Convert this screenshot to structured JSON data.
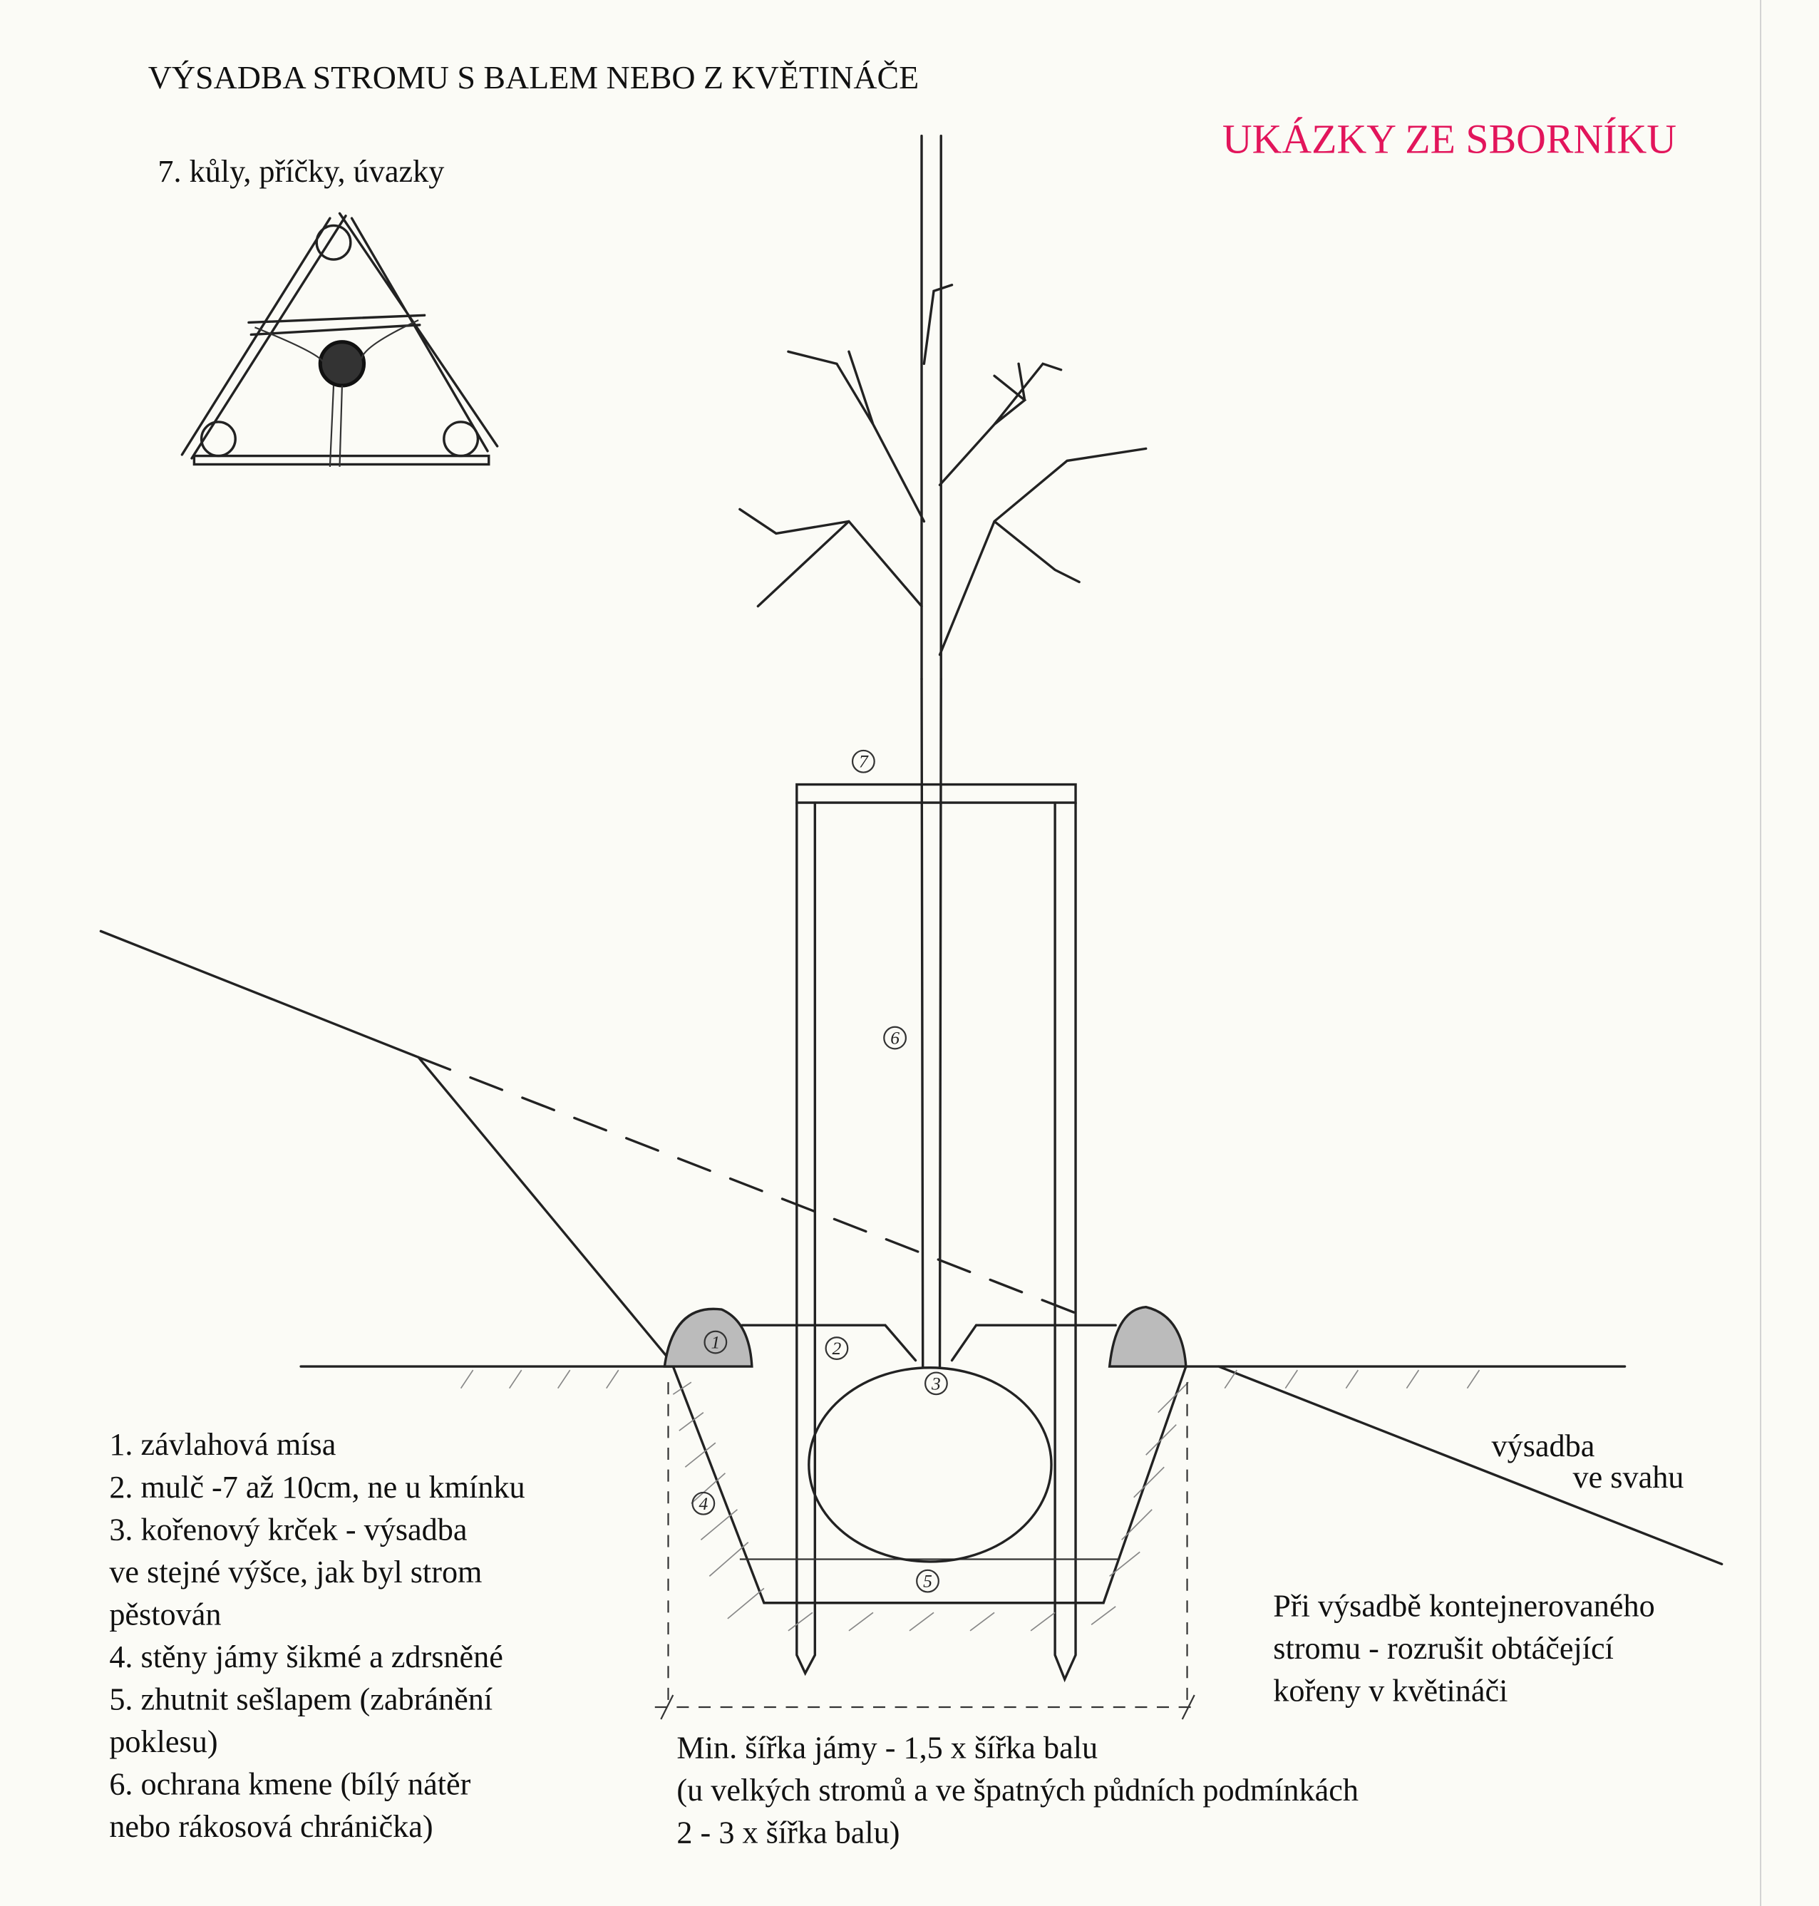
{
  "title": "VÝSADBA STROMU S BALEM NEBO Z KVĚTINÁČE",
  "subtitle": "UKÁZKY ZE SBORNÍKU",
  "inset_caption": "7. kůly, příčky, úvazky",
  "accent_color": "#e2155b",
  "markers": [
    "1",
    "2",
    "3",
    "4",
    "5",
    "6",
    "7"
  ],
  "legend": [
    "1. závlahová mísa",
    "2. mulč -7 až 10cm, ne u kmínku",
    "3. kořenový krček - výsadba",
    "ve stejné výšce, jak byl strom",
    "pěstován",
    "4. stěny jámy šikmé a zdrsněné",
    "5. zhutnit sešlapem (zabránění",
    "poklesu)",
    "6. ochrana kmene (bílý nátěr",
    "nebo rákosová chránička)"
  ],
  "slope_label": [
    "výsadba",
    "ve svahu"
  ],
  "container_note": [
    "Při výsadbě kontejnerovaného",
    "stromu - rozrušit obtáčející",
    "kořeny v květináči"
  ],
  "width_note": [
    "Min. šířka jámy - 1,5 x šířka balu",
    "(u velkých stromů a ve špatných půdních podmínkách",
    "2 - 3 x šířka balu)"
  ]
}
